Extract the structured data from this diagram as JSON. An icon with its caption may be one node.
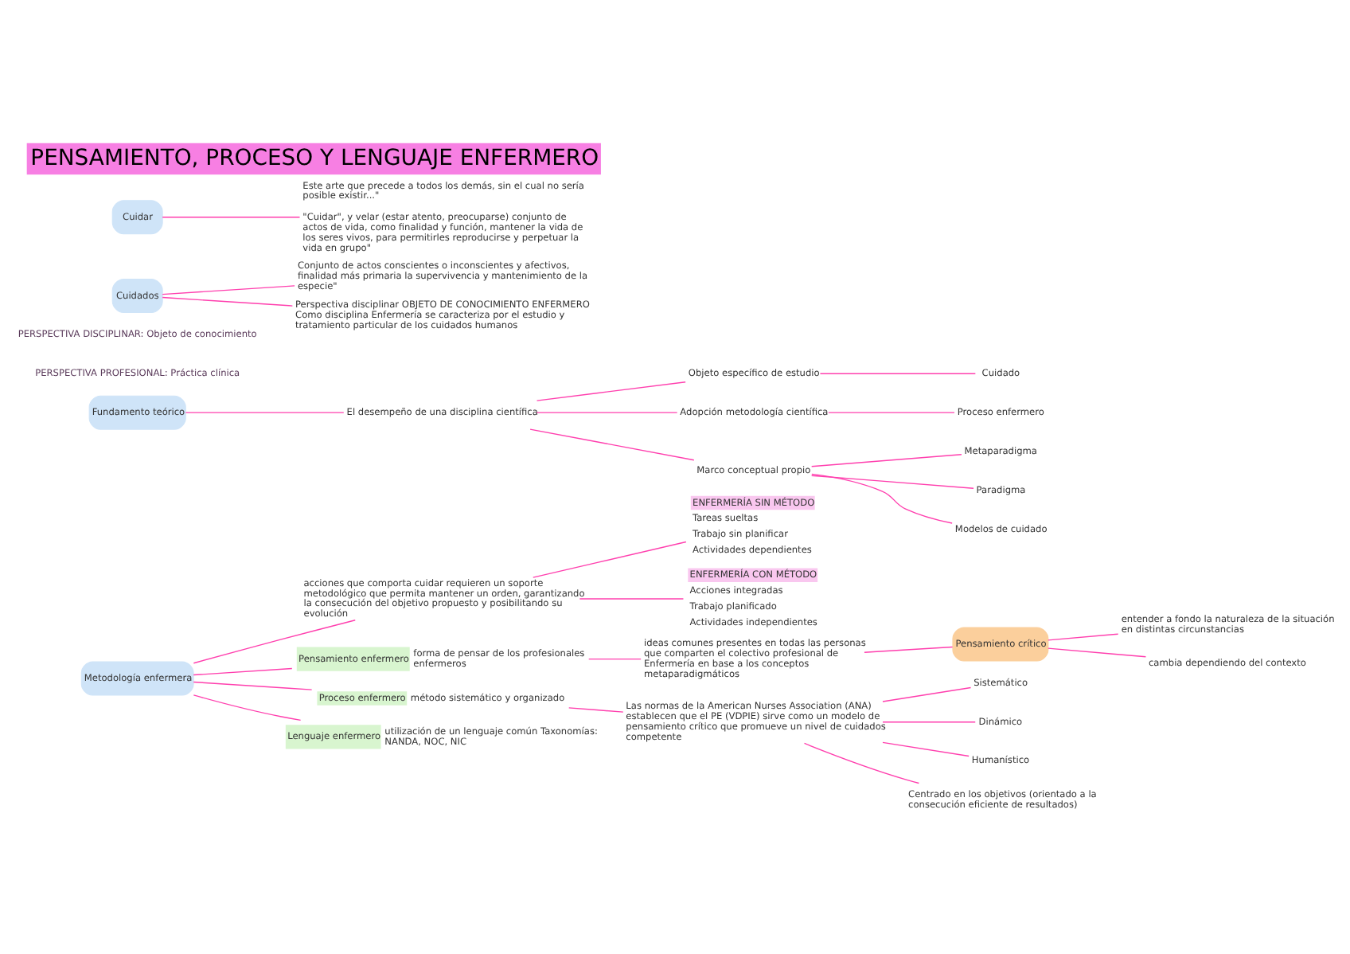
{
  "diagram": {
    "title": "PENSAMIENTO, PROCESO Y LENGUAJE ENFERMERO",
    "nodes": [
      {
        "text": [
          "Cuidar"
        ]
      },
      {
        "text": [
          "Este arte que precede a todos los demás, sin el cual no sería posible existir...\"",
          "\"Cuidar\", y velar (estar atento, preocuparse) conjunto de actos de vida, como finalidad y función, mantener la vida de los seres vivos, para permitirles reproducirse y perpetuar la vida en grupo\""
        ]
      },
      {
        "text": [
          "Cuidados"
        ]
      },
      {
        "text": [
          "Conjunto de actos conscientes o inconscientes y afectivos, finalidad más primaria la supervivencia y mantenimiento de la especie\""
        ]
      },
      {
        "text": [
          "Perspectiva disciplinar OBJETO DE CONOCIMIENTO ENFERMERO",
          "Como disciplina Enfermería se caracteriza por el estudio y tratamiento particular de los cuidados humanos"
        ]
      },
      {
        "text": [
          "Fundamento teórico"
        ]
      },
      {
        "text": [
          "El desempeño de una disciplina científica"
        ]
      },
      {
        "text": [
          "Objeto específico de estudio"
        ]
      },
      {
        "text": [
          "Adopción metodología científica"
        ]
      },
      {
        "text": [
          "Marco conceptual propio"
        ]
      },
      {
        "text": [
          "Cuidado"
        ]
      },
      {
        "text": [
          "Proceso enfermero"
        ]
      },
      {
        "text": [
          "Metaparadigma"
        ]
      },
      {
        "text": [
          "Paradigma"
        ]
      },
      {
        "text": [
          "Modelos de cuidado"
        ]
      },
      {
        "text": [
          "Metodología enfermera"
        ]
      },
      {
        "text": [
          "acciones que comporta cuidar requieren un soporte metodológico que permita mantener un orden, garantizando la consecución del objetivo propuesto y posibilitando su evolución"
        ]
      },
      {
        "text": [
          "ENFERMERÍA SIN MÉTODO",
          "Tareas sueltas",
          "Trabajo sin planificar",
          "Actividades dependientes"
        ]
      },
      {
        "text": [
          "ENFERMERÍA CON MÉTODO",
          "Acciones integradas",
          "Trabajo planificado",
          "Actividades independientes"
        ]
      },
      {
        "text": [
          "Pensamiento enfermero",
          "forma de pensar de los profesionales enfermeros"
        ]
      },
      {
        "text": [
          "ideas comunes presentes en todas las personas que comparten el colectivo profesional de Enfermería en base a los conceptos metaparadigmáticos"
        ]
      },
      {
        "text": [
          "Pensamiento crítico"
        ]
      },
      {
        "text": [
          "entender a fondo la naturaleza de la situación en distintas circunstancias"
        ]
      },
      {
        "text": [
          "cambia dependiendo del contexto"
        ]
      },
      {
        "text": [
          "Proceso enfermero",
          "método sistemático y organizado"
        ]
      },
      {
        "text": [
          "Las normas de la American Nurses Association (ANA) establecen que el PE (VDPIE) sirve como un modelo de pensamiento crítico que promueve un nivel de cuidados competente"
        ]
      },
      {
        "text": [
          "Sistemático"
        ]
      },
      {
        "text": [
          "Dinámico"
        ]
      },
      {
        "text": [
          "Humanístico"
        ]
      },
      {
        "text": [
          "Centrado en los objetivos (orientado a la consecución eficiente de resultados)"
        ]
      },
      {
        "text": [
          "Lenguaje enfermero",
          "utilización de un lenguaje común Taxonomías: NANDA, NOC, NIC"
        ]
      }
    ],
    "edges": [
      {
        "from": 0,
        "to": 1,
        "arrow": "none"
      },
      {
        "from": 2,
        "to": 3,
        "arrow": "none"
      },
      {
        "from": 2,
        "to": 4,
        "arrow": "none"
      },
      {
        "from": 5,
        "to": 6,
        "arrow": "none"
      },
      {
        "from": 6,
        "to": 7,
        "arrow": "none"
      },
      {
        "from": 6,
        "to": 8,
        "arrow": "none"
      },
      {
        "from": 6,
        "to": 9,
        "arrow": "none"
      },
      {
        "from": 7,
        "to": 10,
        "arrow": "none"
      },
      {
        "from": 8,
        "to": 11,
        "arrow": "none"
      },
      {
        "from": 9,
        "to": 12,
        "arrow": "none"
      },
      {
        "from": 9,
        "to": 13,
        "arrow": "none"
      },
      {
        "from": 9,
        "to": 14,
        "arrow": "none"
      },
      {
        "from": 15,
        "to": 16,
        "arrow": "none"
      },
      {
        "from": 16,
        "to": 17,
        "arrow": "none"
      },
      {
        "from": 16,
        "to": 18,
        "arrow": "none"
      },
      {
        "from": 15,
        "to": 19,
        "arrow": "none"
      },
      {
        "from": 15,
        "to": 24,
        "arrow": "none"
      },
      {
        "from": 15,
        "to": 30,
        "arrow": "none"
      },
      {
        "from": 19,
        "to": 20,
        "arrow": "none"
      },
      {
        "from": 20,
        "to": 21,
        "arrow": "none"
      },
      {
        "from": 21,
        "to": 22,
        "arrow": "none"
      },
      {
        "from": 21,
        "to": 23,
        "arrow": "none"
      },
      {
        "from": 24,
        "to": 25,
        "arrow": "none"
      },
      {
        "from": 25,
        "to": 26,
        "arrow": "none"
      },
      {
        "from": 25,
        "to": 27,
        "arrow": "none"
      },
      {
        "from": 25,
        "to": 28,
        "arrow": "none"
      },
      {
        "from": 25,
        "to": 29,
        "arrow": "none"
      }
    ],
    "labels": [
      "PERSPECTIVA DISCIPLINAR: Objeto de conocimiento",
      "PERSPECTIVA PROFESIONAL: Práctica clínica"
    ]
  }
}
